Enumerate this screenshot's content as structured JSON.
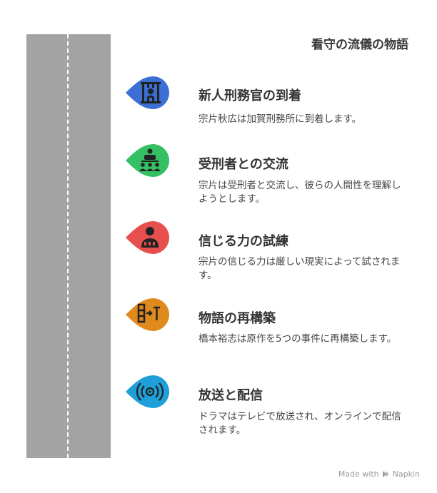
{
  "title": "看守の流儀の物語",
  "steps": [
    {
      "title": "新人刑務官の到着",
      "description": "宗片秋広は加賀刑務所に到着します。",
      "icon": "prison-bars-icon",
      "color": "#3b6fd4"
    },
    {
      "title": "受刑者との交流",
      "description": "宗片は受刑者と交流し、彼らの人間性を理解しようとします。",
      "icon": "group-meeting-icon",
      "color": "#35c064"
    },
    {
      "title": "信じる力の試練",
      "description": "宗片の信じる力は厳しい現実によって試されます。",
      "icon": "prisoner-icon",
      "color": "#e74f4f"
    },
    {
      "title": "物語の再構築",
      "description": "橋本裕志は原作を5つの事件に再構築します。",
      "icon": "restructure-icon",
      "color": "#e08a1e"
    },
    {
      "title": "放送と配信",
      "description": "ドラマはテレビで放送され、オンラインで配信されます。",
      "icon": "broadcast-icon",
      "color": "#1e9fd8"
    }
  ],
  "watermark": {
    "prefix": "Made with",
    "brand": "Napkin"
  }
}
